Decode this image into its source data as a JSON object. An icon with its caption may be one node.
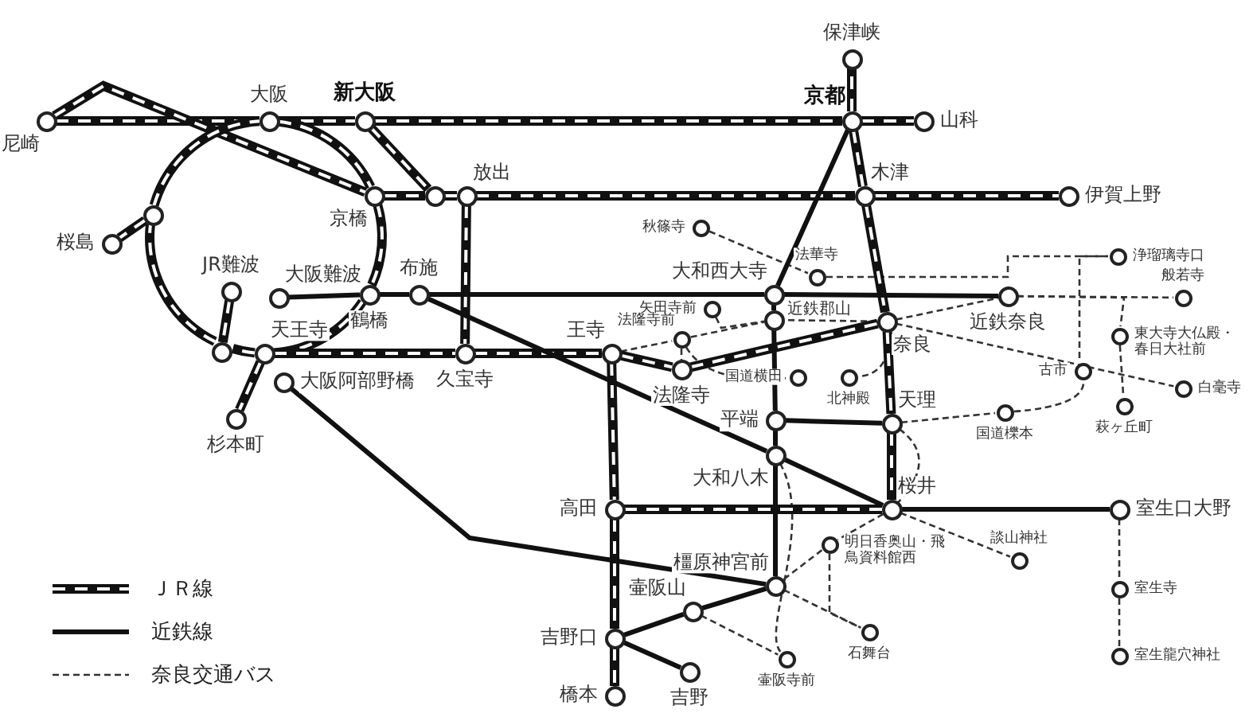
{
  "diagram": {
    "nodes": [
      {
        "text": [
          "尼崎"
        ]
      },
      {
        "text": [
          "大阪"
        ]
      },
      {
        "text": [
          "新大阪"
        ]
      },
      {
        "text": [
          "京都"
        ]
      },
      {
        "text": [
          "山科"
        ]
      },
      {
        "text": [
          "保津峡"
        ]
      },
      {
        "text": [
          "京橋"
        ]
      },
      {
        "text": [],
        "shape": "circle"
      },
      {
        "text": [
          "放出"
        ]
      },
      {
        "text": [
          "木津"
        ]
      },
      {
        "text": [
          "伊賀上野"
        ]
      },
      {
        "text": [
          "桜島"
        ]
      },
      {
        "text": [],
        "shape": "circle"
      },
      {
        "text": [
          "JR難波"
        ]
      },
      {
        "text": [
          "大阪難波"
        ]
      },
      {
        "text": [
          "鶴橋"
        ]
      },
      {
        "text": [
          "布施"
        ]
      },
      {
        "text": [
          "天王寺"
        ]
      },
      {
        "text": [],
        "shape": "circle"
      },
      {
        "text": [
          "杉本町"
        ]
      },
      {
        "text": [
          "大阪阿部野橋"
        ]
      },
      {
        "text": [
          "久宝寺"
        ]
      },
      {
        "text": [
          "王寺"
        ]
      },
      {
        "text": [
          "大和西大寺"
        ]
      },
      {
        "text": [
          "近鉄郡山"
        ]
      },
      {
        "text": [
          "法隆寺"
        ]
      },
      {
        "text": [
          "奈良"
        ]
      },
      {
        "text": [
          "近鉄奈良"
        ]
      },
      {
        "text": [
          "平端"
        ]
      },
      {
        "text": [
          "天理"
        ]
      },
      {
        "text": [
          "大和八木"
        ]
      },
      {
        "text": [
          "桜井"
        ]
      },
      {
        "text": [
          "高田"
        ]
      },
      {
        "text": [
          "室生口大野"
        ]
      },
      {
        "text": [
          "橿原神宮前"
        ]
      },
      {
        "text": [
          "壷阪山"
        ]
      },
      {
        "text": [
          "吉野口"
        ]
      },
      {
        "text": [
          "吉野"
        ]
      },
      {
        "text": [
          "橋本"
        ]
      },
      {
        "text": [
          "秋篠寺"
        ]
      },
      {
        "text": [
          "法華寺"
        ]
      },
      {
        "text": [
          "矢田寺前"
        ]
      },
      {
        "text": [
          "法隆寺前"
        ]
      },
      {
        "text": [
          "国道横田"
        ]
      },
      {
        "text": [
          "北神殿"
        ]
      },
      {
        "text": [
          "浄瑠璃寺口"
        ]
      },
      {
        "text": [
          "般若寺"
        ]
      },
      {
        "text": [
          "東大寺大仏殿・春日大社前"
        ]
      },
      {
        "text": [
          "古市"
        ]
      },
      {
        "text": [
          "白毫寺"
        ]
      },
      {
        "text": [
          "国道櫟本"
        ]
      },
      {
        "text": [
          "萩ヶ丘町"
        ]
      },
      {
        "text": [
          "談山神社"
        ]
      },
      {
        "text": [
          "明日香奥山・飛鳥資料館西"
        ]
      },
      {
        "text": [
          "石舞台"
        ]
      },
      {
        "text": [
          "壷阪寺前"
        ]
      },
      {
        "text": [
          "室生寺"
        ]
      },
      {
        "text": [
          "室生龍穴神社"
        ]
      }
    ],
    "edges": [
      {
        "from": 0,
        "to": 1,
        "arrow": "none",
        "style": "thick"
      },
      {
        "from": 1,
        "to": 2,
        "arrow": "none",
        "style": "thick"
      },
      {
        "from": 2,
        "to": 3,
        "arrow": "none",
        "style": "thick"
      },
      {
        "from": 3,
        "to": 4,
        "arrow": "none",
        "style": "thick"
      },
      {
        "from": 3,
        "to": 5,
        "arrow": "none",
        "style": "thick"
      },
      {
        "from": 0,
        "to": 6,
        "arrow": "none",
        "style": "thick"
      },
      {
        "from": 2,
        "to": 7,
        "arrow": "none",
        "style": "thick"
      },
      {
        "from": 6,
        "to": 7,
        "arrow": "none",
        "style": "thick"
      },
      {
        "from": 7,
        "to": 8,
        "arrow": "none",
        "style": "thick"
      },
      {
        "from": 8,
        "to": 9,
        "arrow": "none",
        "style": "thick"
      },
      {
        "from": 9,
        "to": 10,
        "arrow": "none",
        "style": "thick"
      },
      {
        "from": 3,
        "to": 9,
        "arrow": "none",
        "style": "thick"
      },
      {
        "from": 8,
        "to": 21,
        "arrow": "none",
        "style": "thick"
      },
      {
        "from": 1,
        "to": 6,
        "arrow": "none",
        "style": "thick"
      },
      {
        "from": 6,
        "to": 15,
        "arrow": "none",
        "style": "thick"
      },
      {
        "from": 15,
        "to": 17,
        "arrow": "none",
        "style": "thick"
      },
      {
        "from": 17,
        "to": 18,
        "arrow": "none",
        "style": "thick"
      },
      {
        "from": 18,
        "to": 12,
        "arrow": "none",
        "style": "thick"
      },
      {
        "from": 12,
        "to": 1,
        "arrow": "none",
        "style": "thick"
      },
      {
        "from": 12,
        "to": 11,
        "arrow": "none",
        "style": "thick"
      },
      {
        "from": 13,
        "to": 18,
        "arrow": "none",
        "style": "thick"
      },
      {
        "from": 17,
        "to": 19,
        "arrow": "none",
        "style": "thick"
      },
      {
        "from": 17,
        "to": 21,
        "arrow": "none",
        "style": "thick"
      },
      {
        "from": 21,
        "to": 22,
        "arrow": "none",
        "style": "thick"
      },
      {
        "from": 22,
        "to": 25,
        "arrow": "none",
        "style": "thick"
      },
      {
        "from": 25,
        "to": 26,
        "arrow": "none",
        "style": "thick"
      },
      {
        "from": 9,
        "to": 26,
        "arrow": "none",
        "style": "thick"
      },
      {
        "from": 26,
        "to": 29,
        "arrow": "none",
        "style": "thick"
      },
      {
        "from": 29,
        "to": 31,
        "arrow": "none",
        "style": "thick"
      },
      {
        "from": 22,
        "to": 32,
        "arrow": "none",
        "style": "thick"
      },
      {
        "from": 32,
        "to": 31,
        "arrow": "none",
        "style": "thick"
      },
      {
        "from": 32,
        "to": 36,
        "arrow": "none",
        "style": "thick"
      },
      {
        "from": 36,
        "to": 38,
        "arrow": "none",
        "style": "thick"
      },
      {
        "from": 14,
        "to": 15,
        "arrow": "none"
      },
      {
        "from": 15,
        "to": 16,
        "arrow": "none"
      },
      {
        "from": 16,
        "to": 23,
        "arrow": "none"
      },
      {
        "from": 23,
        "to": 27,
        "arrow": "none"
      },
      {
        "from": 3,
        "to": 23,
        "arrow": "none"
      },
      {
        "from": 23,
        "to": 24,
        "arrow": "none"
      },
      {
        "from": 24,
        "to": 28,
        "arrow": "none"
      },
      {
        "from": 28,
        "to": 30,
        "arrow": "none"
      },
      {
        "from": 30,
        "to": 34,
        "arrow": "none"
      },
      {
        "from": 28,
        "to": 29,
        "arrow": "none"
      },
      {
        "from": 16,
        "to": 30,
        "arrow": "none"
      },
      {
        "from": 30,
        "to": 31,
        "arrow": "none"
      },
      {
        "from": 31,
        "to": 33,
        "arrow": "none"
      },
      {
        "from": 20,
        "to": 34,
        "arrow": "none"
      },
      {
        "from": 34,
        "to": 35,
        "arrow": "none"
      },
      {
        "from": 35,
        "to": 36,
        "arrow": "none"
      },
      {
        "from": 36,
        "to": 37,
        "arrow": "none"
      },
      {
        "from": 39,
        "to": 40,
        "arrow": "none",
        "style": "dashed"
      },
      {
        "from": 40,
        "to": 45,
        "arrow": "none",
        "style": "dashed"
      },
      {
        "from": 45,
        "to": 48,
        "arrow": "none",
        "style": "dashed"
      },
      {
        "from": 27,
        "to": 46,
        "arrow": "none",
        "style": "dashed"
      },
      {
        "from": 27,
        "to": 47,
        "arrow": "none",
        "style": "dashed"
      },
      {
        "from": 47,
        "to": 51,
        "arrow": "none",
        "style": "dashed"
      },
      {
        "from": 26,
        "to": 27,
        "arrow": "none",
        "style": "dashed"
      },
      {
        "from": 26,
        "to": 49,
        "arrow": "none",
        "style": "dashed"
      },
      {
        "from": 26,
        "to": 24,
        "arrow": "none",
        "style": "dashed"
      },
      {
        "from": 22,
        "to": 42,
        "arrow": "none",
        "style": "dashed"
      },
      {
        "from": 42,
        "to": 24,
        "arrow": "none",
        "style": "dashed"
      },
      {
        "from": 41,
        "to": 24,
        "arrow": "none",
        "style": "dashed"
      },
      {
        "from": 42,
        "to": 25,
        "arrow": "none",
        "style": "dashed"
      },
      {
        "from": 42,
        "to": 43,
        "arrow": "none",
        "style": "dashed"
      },
      {
        "from": 26,
        "to": 44,
        "arrow": "none",
        "style": "dashed"
      },
      {
        "from": 29,
        "to": 50,
        "arrow": "none",
        "style": "dashed"
      },
      {
        "from": 50,
        "to": 48,
        "arrow": "none",
        "style": "dashed"
      },
      {
        "from": 29,
        "to": 31,
        "arrow": "none",
        "style": "dashed"
      },
      {
        "from": 30,
        "to": 55,
        "arrow": "none",
        "style": "dashed"
      },
      {
        "from": 31,
        "to": 53,
        "arrow": "none",
        "style": "dashed"
      },
      {
        "from": 53,
        "to": 34,
        "arrow": "none",
        "style": "dashed"
      },
      {
        "from": 53,
        "to": 54,
        "arrow": "none",
        "style": "dashed"
      },
      {
        "from": 34,
        "to": 54,
        "arrow": "none",
        "style": "dashed"
      },
      {
        "from": 31,
        "to": 52,
        "arrow": "none",
        "style": "dashed"
      },
      {
        "from": 35,
        "to": 55,
        "arrow": "none",
        "style": "dashed"
      },
      {
        "from": 33,
        "to": 56,
        "arrow": "none",
        "style": "dashed"
      },
      {
        "from": 56,
        "to": 57,
        "arrow": "none",
        "style": "dashed"
      }
    ],
    "legend": [
      {
        "text": "ＪＲ線"
      },
      {
        "text": "近鉄線"
      },
      {
        "text": "奈良交通バス"
      }
    ]
  }
}
